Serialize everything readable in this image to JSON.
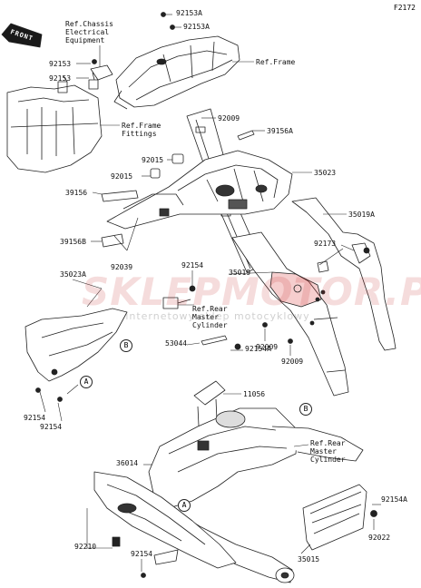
{
  "diagram_id": "F2172",
  "front_label": "FRONT",
  "watermark": {
    "brand": "SKLEPMOTOR.PL",
    "tagline": "internetowy sklep motocyklowy"
  },
  "callouts": [
    "A",
    "B"
  ],
  "labels": {
    "p92153A_top": "92153A",
    "p92153A_second": "92153A",
    "ref_chassis": "Ref.Chassis\nElectrical\nEquipment",
    "ref_frame": "Ref.Frame",
    "p92153_a": "92153",
    "p92153_b": "92153",
    "ref_frame_fittings": "Ref.Frame\nFittings",
    "p92009_top": "92009",
    "p39156A": "39156A",
    "p92015_a": "92015",
    "p35023": "35023",
    "p92015_b": "92015",
    "p39156": "39156",
    "p35019A": "35019A",
    "p39156B": "39156B",
    "p92173": "92173",
    "p92039": "92039",
    "p92154_mid": "92154",
    "p35023A": "35023A",
    "p35019": "35019",
    "ref_rear_master_1": "Ref.Rear\nMaster\nCylinder",
    "p92009_a": "92009",
    "p92009_b": "92009",
    "p53044": "53044",
    "p92154A_mid": "92154A",
    "p11056": "11056",
    "p92154_left1": "92154",
    "p92154_left2": "92154",
    "ref_rear_master_2": "Ref.Rear\nMaster\nCylinder",
    "p36014": "36014",
    "p92154A_right": "92154A",
    "p92022": "92022",
    "p92210": "92210",
    "p92154_bottom": "92154",
    "p35015": "35015"
  }
}
